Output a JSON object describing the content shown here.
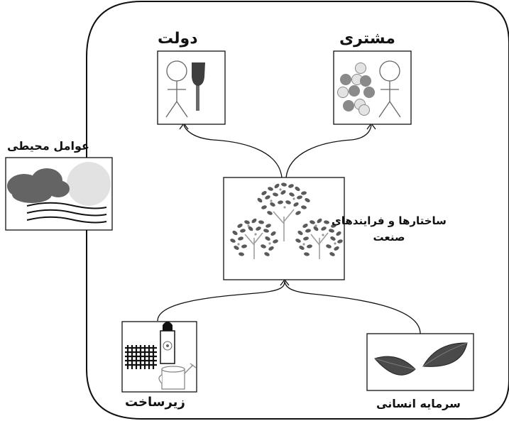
{
  "labels": {
    "government": "دولت",
    "customer": "مشتری",
    "environment": "عوامل محیطی",
    "industry_line1": "ساختارها و فرایندهای",
    "industry_line2": "صنعت",
    "infrastructure": "زیرساخت",
    "human_capital": "سرمایه انسانی"
  },
  "colors": {
    "stroke": "#111111",
    "dark_gray": "#6e6e6e",
    "light_gray": "#dcdcdc",
    "leaf": "#5a5a5a",
    "berry": "#8a8a8a"
  }
}
